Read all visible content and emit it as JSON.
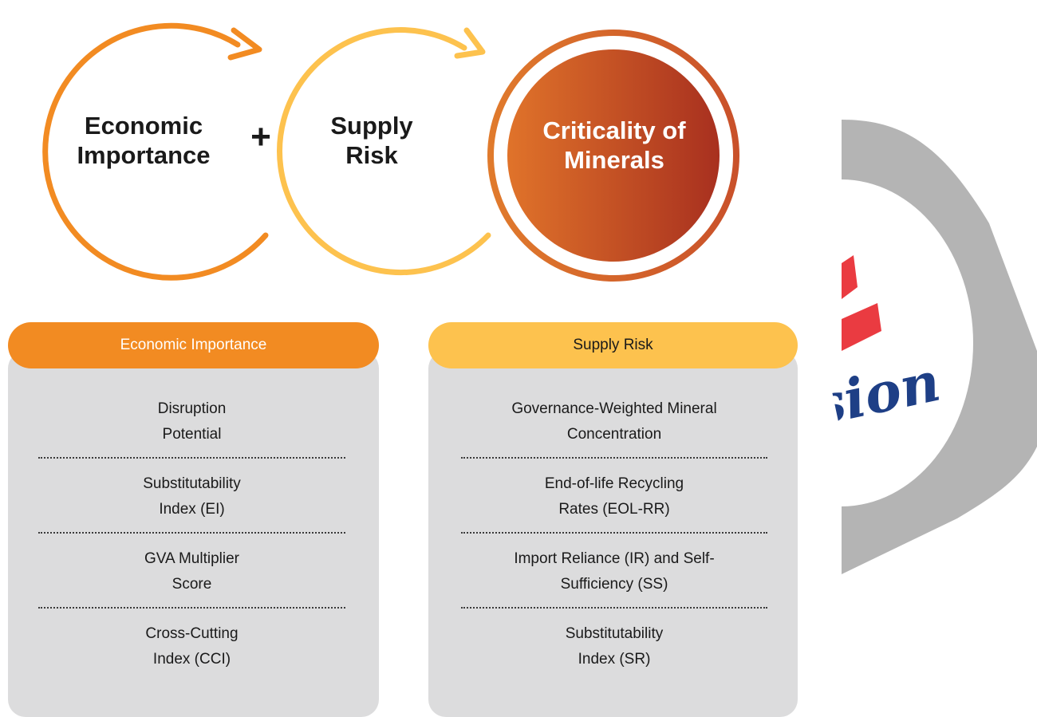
{
  "top_row": {
    "economic_importance": [
      "Economic",
      "Importance"
    ],
    "plus": "+",
    "supply_risk": [
      "Supply",
      "Risk"
    ],
    "criticality": [
      "Criticality of",
      "Minerals"
    ]
  },
  "cards": {
    "economic_importance": {
      "header": "Economic Importance",
      "items": [
        "Disruption\nPotential",
        "Substitutability\nIndex (EI)",
        "GVA Multiplier\nScore",
        "Cross-Cutting\nIndex (CCI)"
      ]
    },
    "supply_risk": {
      "header": "Supply Risk",
      "items": [
        "Governance-Weighted Mineral\nConcentration",
        "End-of-life Recycling\nRates (EOL-RR)",
        "Import Reliance (IR) and Self-\nSufficiency (SS)",
        "Substitutability\nIndex (SR)"
      ]
    }
  },
  "watermark": {
    "text": "sion"
  },
  "colors": {
    "orange": "#f28b22",
    "yellow": "#fdc24e",
    "criticality_dark": "#a8301f",
    "criticality_light": "#e0732a",
    "card_gray": "#dcdcdd",
    "watermark_gray": "#b4b4b4",
    "watermark_red": "#e8262c",
    "watermark_blue": "#1e3f86"
  }
}
